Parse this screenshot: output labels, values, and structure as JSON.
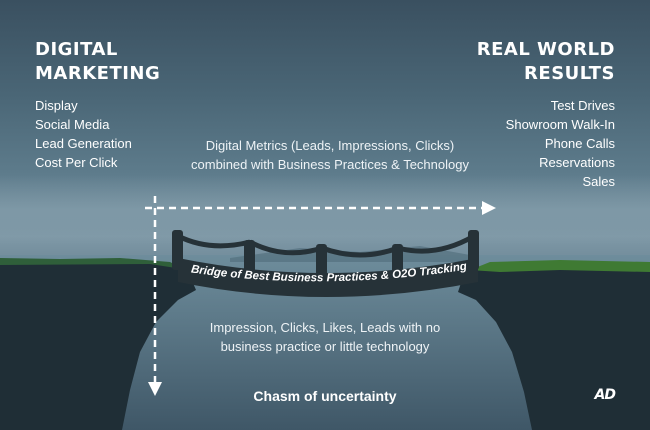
{
  "left": {
    "heading_lines": [
      "DIGITAL",
      "MARKETING"
    ],
    "items": [
      "Display",
      "Social Media",
      "Lead Generation",
      "Cost Per Click"
    ]
  },
  "right": {
    "heading_lines": [
      "REAL WORLD",
      "RESULTS"
    ],
    "items": [
      "Test Drives",
      "Showroom Walk-In",
      "Phone Calls",
      "Reservations",
      "Sales"
    ]
  },
  "top_caption_lines": [
    "Digital Metrics (Leads, Impressions, Clicks)",
    "combined with Business Practices & Technology"
  ],
  "bridge_label": "Bridge of Best Business Practices & O2O Tracking",
  "bottom_caption_lines": [
    "Impression, Clicks, Likes, Leads with no",
    "business practice or little technology"
  ],
  "chasm_title": "Chasm of uncertainty",
  "brand": "AD",
  "colors": {
    "cliff": "#1f2e36",
    "grass": "#3f7a33",
    "bridge": "#263238",
    "arrow": "#ffffff"
  }
}
